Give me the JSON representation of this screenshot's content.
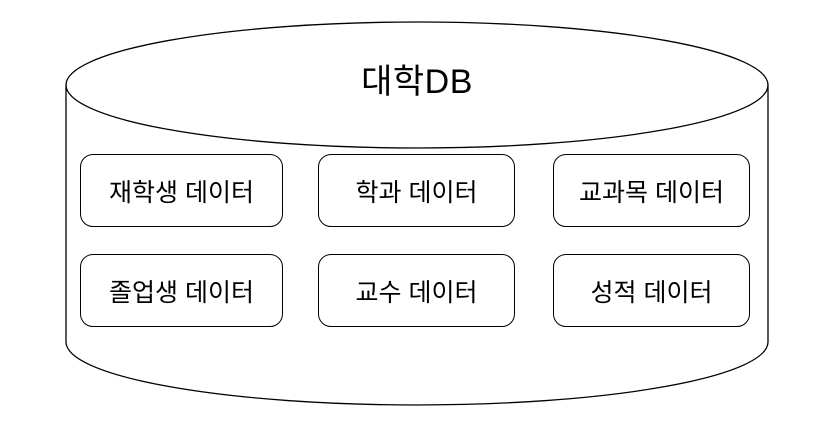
{
  "diagram": {
    "title": "대학DB",
    "shape": "database-cylinder",
    "boxes": [
      {
        "label": "재학생 데이터"
      },
      {
        "label": "학과 데이터"
      },
      {
        "label": "교과목 데이터"
      },
      {
        "label": "졸업생 데이터"
      },
      {
        "label": "교수 데이터"
      },
      {
        "label": "성적 데이터"
      }
    ],
    "colors": {
      "stroke": "#000000",
      "background": "#ffffff",
      "text": "#000000"
    }
  }
}
